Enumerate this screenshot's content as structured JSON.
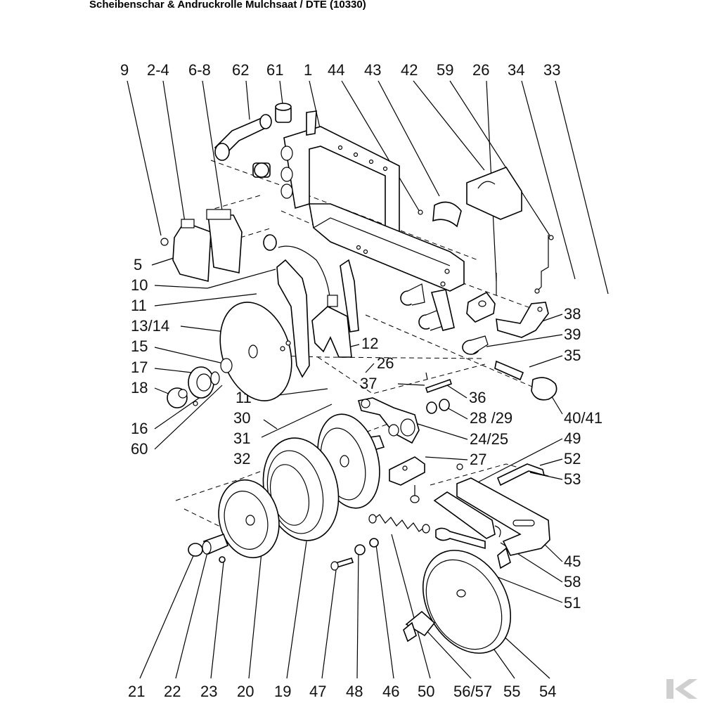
{
  "title": "Scheibenschar & Andruckrolle Mulchsaat / DTE (10330)",
  "labels": {
    "top": [
      "9",
      "2-4",
      "6-8",
      "62",
      "61",
      "1",
      "44",
      "43",
      "42",
      "59",
      "26",
      "34",
      "33"
    ],
    "left": [
      "5",
      "10",
      "11",
      "13/14",
      "15",
      "17",
      "18",
      "16",
      "60"
    ],
    "middle": [
      "12",
      "26",
      "37",
      "11",
      "30",
      "31",
      "32"
    ],
    "right": [
      "38",
      "39",
      "35",
      "36",
      "28 /29",
      "40/41",
      "24/25",
      "49",
      "27",
      "52",
      "53",
      "45",
      "58",
      "51"
    ],
    "bottom": [
      "21",
      "22",
      "23",
      "20",
      "19",
      "47",
      "48",
      "46",
      "50",
      "56/57",
      "55",
      "54"
    ]
  },
  "logo": {
    "name": "k-logo",
    "color": "#cfcfcf"
  }
}
